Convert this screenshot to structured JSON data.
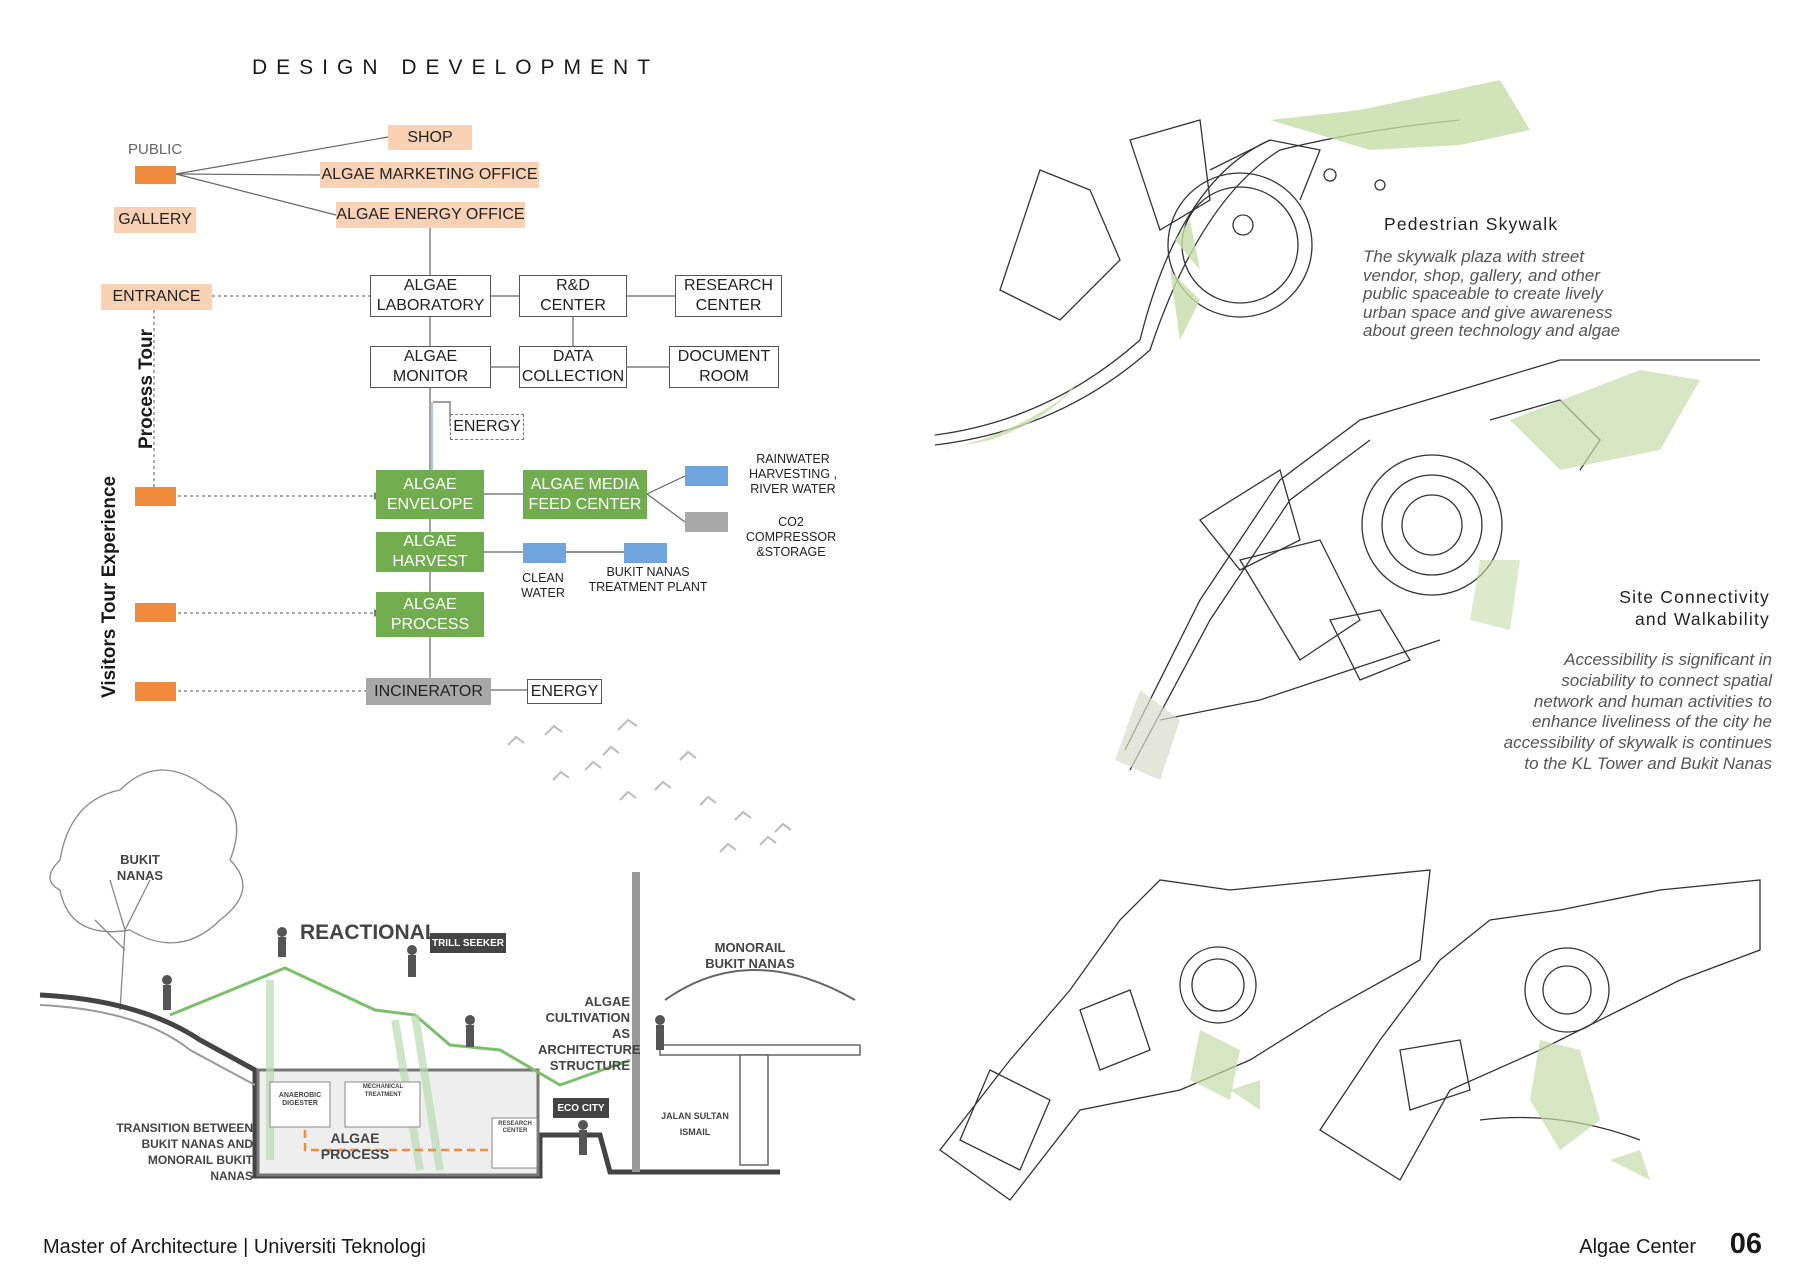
{
  "title": "DESIGN DEVELOPMENT",
  "diagram": {
    "public_label": "PUBLIC",
    "nodes": {
      "shop": "SHOP",
      "marketing": "ALGAE MARKETING OFFICE",
      "energy_office": "ALGAE ENERGY OFFICE",
      "gallery": "GALLERY",
      "entrance": "ENTRANCE",
      "laboratory": "ALGAE\nLABORATORY",
      "rnd": "R&D\nCENTER",
      "research": "RESEARCH\nCENTER",
      "monitor": "ALGAE\nMONITOR",
      "data": "DATA\nCOLLECTION",
      "document": "DOCUMENT\nROOM",
      "energy_box": "ENERGY",
      "envelope": "ALGAE\nENVELOPE",
      "media": "ALGAE MEDIA\nFEED CENTER",
      "harvest": "ALGAE\nHARVEST",
      "process": "ALGAE\nPROCESS",
      "incinerator": "INCINERATOR",
      "energy_end": "ENERGY"
    },
    "labels": {
      "rainwater": "RAINWATER\nHARVESTING ,\nRIVER WATER",
      "co2": "CO2 COMPRESSOR\n&STORAGE",
      "clean_water": "CLEAN\nWATER",
      "treatment": "BUKIT NANAS\nTREATMENT PLANT"
    },
    "vertical_labels": {
      "process_tour": "Process Tour",
      "visitors": "Visitors Tour Experience"
    },
    "colors": {
      "peach": "#f9d2b6",
      "orange": "#f08a3c",
      "green": "#71ad4e",
      "blue": "#6fa4dd",
      "gray": "#a8a8a8"
    }
  },
  "section": {
    "bukit_nanas": "BUKIT\nNANAS",
    "reactional": "REACTIONAL",
    "trill_seeker": "TRILL SEEKER",
    "algae_cultivation": "ALGAE\nCULTIVATION AS\nARCHITECTURE\nSTRUCTURE",
    "monorail": "MONORAIL\nBUKIT NANAS",
    "eco_city": "ECO CITY",
    "jalan": "JALAN SULTAN ISMAIL",
    "transition": "TRANSITION BETWEEN\nBUKIT NANAS AND\nMONORAIL BUKIT NANAS",
    "algae_process": "ALGAE PROCESS",
    "anaerobic": "ANAEROBIC\nDIGESTER",
    "mechanical": "MECHANICAL TREATMENT",
    "research_center": "RESEARCH\nCENTER"
  },
  "right": {
    "skywalk_title": "Pedestrian Skywalk",
    "skywalk_desc": "The skywalk plaza with street\nvendor, shop, gallery, and other\npublic spaceable to create  lively\nurban space and give awareness\nabout green technology and  algae",
    "site_title": "Site Connectivity\nand Walkability",
    "site_desc": "Accessibility is significant in\nsociability to connect spatial\nnetwork and human activities to\nenhance liveliness of the city  he\naccessibility of skywalk is continues\nto the KL Tower and Bukit Nanas"
  },
  "footer": {
    "left": "Master of Architecture | Universiti Teknologi",
    "right": "Algae Center",
    "page": "06"
  }
}
